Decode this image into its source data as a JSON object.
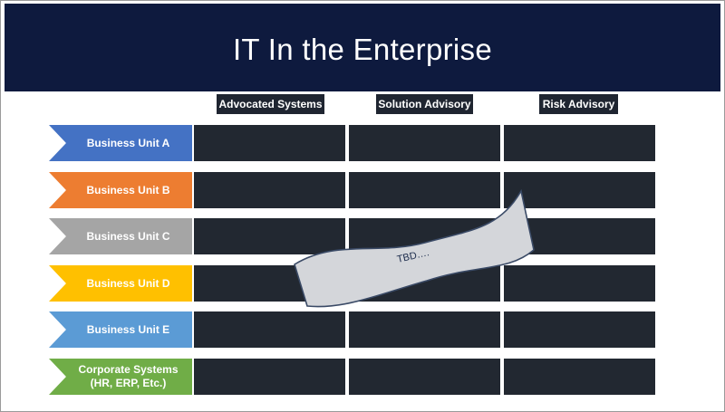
{
  "slide": {
    "title": "IT In the Enterprise",
    "columns": [
      "Advocated Systems",
      "Solution Advisory",
      "Risk Advisory"
    ],
    "rows": [
      {
        "label": "Business Unit A",
        "color": "#4472c4"
      },
      {
        "label": "Business Unit B",
        "color": "#ed7d31"
      },
      {
        "label": "Business Unit C",
        "color": "#a5a5a5"
      },
      {
        "label": "Business Unit D",
        "color": "#ffc000"
      },
      {
        "label": "Business Unit E",
        "color": "#5b9bd5"
      },
      {
        "label": "Corporate Systems (HR, ERP, Etc.)",
        "color": "#70ad47"
      }
    ],
    "banner_text": "TBD….",
    "colors": {
      "title_bar": "#0e1a3e",
      "cell": "#222831",
      "header": "#1f2531",
      "banner_fill": "#d4d6da"
    }
  }
}
